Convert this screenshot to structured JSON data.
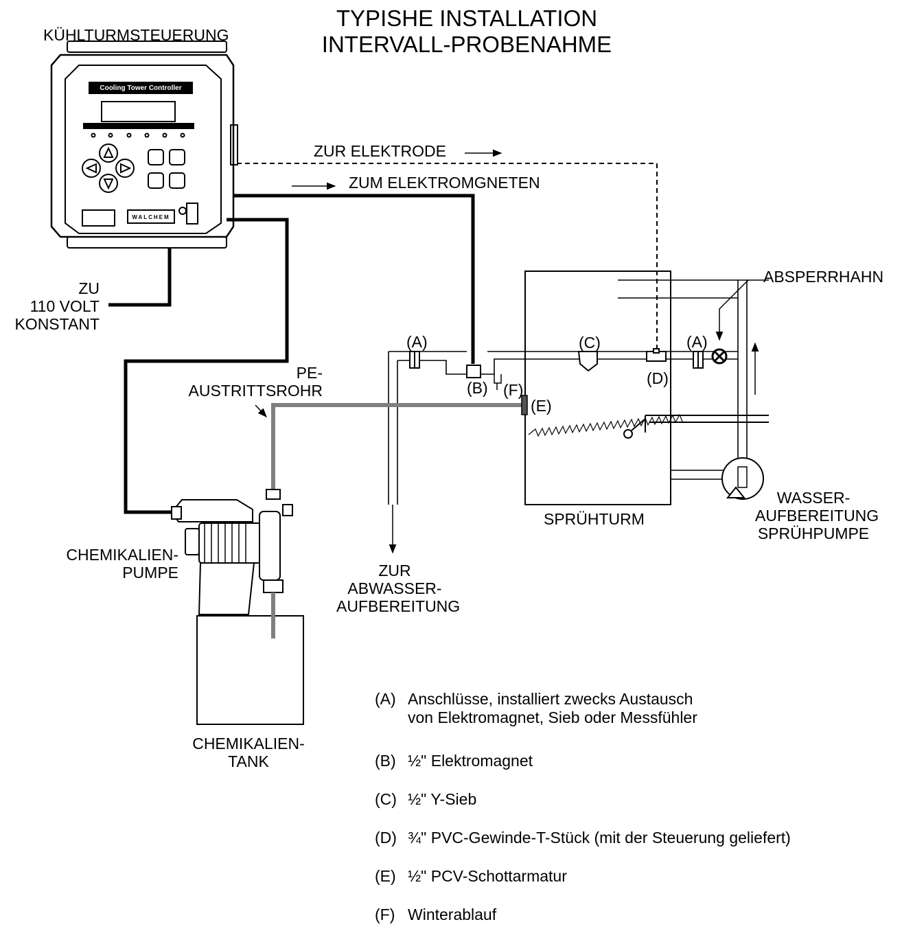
{
  "title": {
    "line1": "TYPISHE INSTALLATION",
    "line2": "INTERVALL-PROBENAHME"
  },
  "controller": {
    "heading": "KÜHLTURMSTEUERUNG",
    "panel_label": "Cooling Tower Controller",
    "brand": "WALCHEM"
  },
  "power": {
    "line1": "ZU",
    "line2": "110 VOLT",
    "line3": "KONSTANT"
  },
  "signals": {
    "electrode": "ZUR ELEKTRODE",
    "solenoid": "ZUM ELEKTROMGNETEN"
  },
  "discharge_tube": {
    "line1": "PE-",
    "line2": "AUSTRITTSROHR"
  },
  "drain": {
    "line1": "ZUR",
    "line2": "ABWASSER-",
    "line3": "AUFBEREITUNG"
  },
  "tower": {
    "label": "SPRÜHTURM"
  },
  "valve": {
    "label": "ABSPERRHAHN"
  },
  "recirc_pump": {
    "line1": "WASSER-",
    "line2": "AUFBEREITUNG",
    "line3": "SPRÜHPUMPE"
  },
  "chem_pump": {
    "line1": "CHEMIKALIEN-",
    "line2": "PUMPE"
  },
  "chem_tank": {
    "line1": "CHEMIKALIEN-",
    "line2": "TANK"
  },
  "markers": {
    "a_left": "(A)",
    "a_right": "(A)",
    "b": "(B)",
    "c": "(C)",
    "d": "(D)",
    "e": "(E)",
    "f": "(F)"
  },
  "legend": {
    "a": {
      "key": "(A)",
      "line1": "Anschlüsse, installiert zwecks Austausch",
      "line2": "von Elektromagnet, Sieb oder Messfühler"
    },
    "b": {
      "key": "(B)",
      "text": "½\" Elektromagnet"
    },
    "c": {
      "key": "(C)",
      "text": "½\" Y-Sieb"
    },
    "d": {
      "key": "(D)",
      "text": "¾\" PVC-Gewinde-T-Stück (mit der Steuerung geliefert)"
    },
    "e": {
      "key": "(E)",
      "text": "½\" PCV-Schottarmatur"
    },
    "f": {
      "key": "(F)",
      "text": "Winterablauf"
    }
  }
}
